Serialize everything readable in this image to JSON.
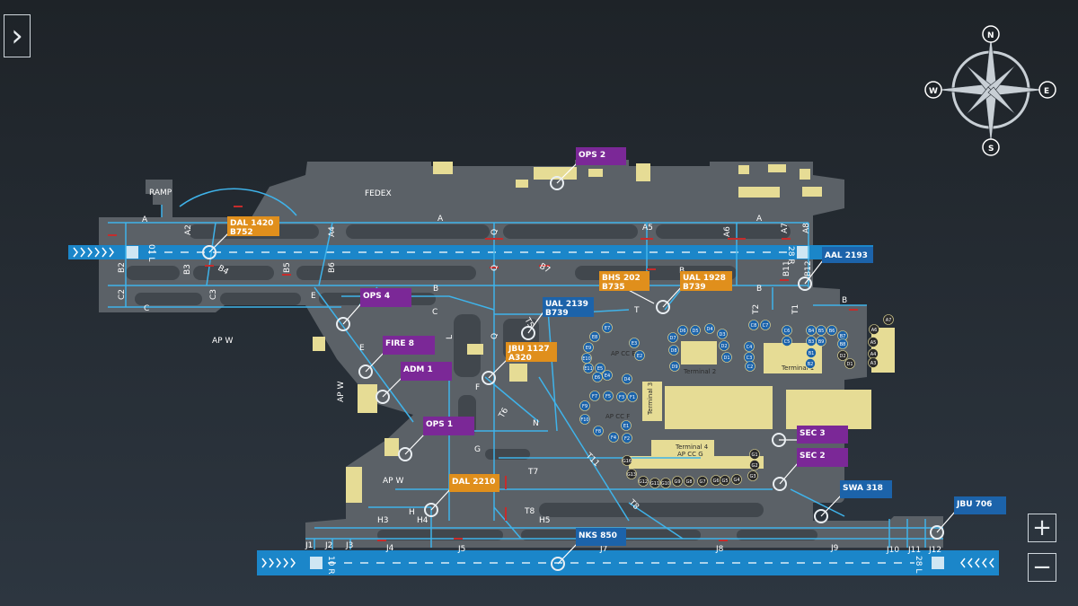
{
  "controls": {
    "menu_glyph": "›",
    "zoom_in_glyph": "+",
    "zoom_out_glyph": "−"
  },
  "compass": {
    "n": "N",
    "e": "E",
    "s": "S",
    "w": "W"
  },
  "colors": {
    "background": "#252c33",
    "ground": "#5a6066",
    "taxiway": "#3fb3ea",
    "runway": "#1b86c9",
    "building": "#e6dc95",
    "hold_bar": "#c52c2c",
    "tag_orange": "#e08f1c",
    "tag_purple": "#7b2897",
    "tag_blue": "#1c63aa"
  },
  "areas": {
    "ramp": "RAMP",
    "fedex": "FEDEX",
    "ap_w_1": "AP W",
    "ap_w_2": "AP W",
    "ap_w_3": "AP W",
    "terminal1": "Terminal 1",
    "terminal2": "Terminal 2",
    "terminal3": "Terminal 3",
    "terminal4": "Terminal 4",
    "apcc_e": "AP CC E",
    "apcc_f": "AP CC F",
    "apcc_g": "AP CC G"
  },
  "runways": {
    "north_left_end": "01 L",
    "north_right_end": "28 R",
    "south_left_end": "10 R",
    "south_right_end": "28 L"
  },
  "taxiways": {
    "a1": "A",
    "a2": "A",
    "a3": "A",
    "a2_conn": "A2",
    "a4": "A4",
    "a5": "A5",
    "a6": "A6",
    "a7": "A7",
    "a8": "A8",
    "q1": "Q",
    "q2": "Q",
    "q3": "Q",
    "b1": "B",
    "b2": "B",
    "b3": "B",
    "b4": "B",
    "b2_conn": "B2",
    "b3_conn": "B3",
    "b4_conn": "B4",
    "b5": "B5",
    "b6": "B6",
    "b7": "B7",
    "b11": "B11",
    "b12": "B12",
    "c1": "C",
    "c2": "C",
    "c2_conn": "C2",
    "c3_conn": "C3",
    "e1": "E",
    "e2": "E",
    "g": "G",
    "f": "F",
    "l": "L",
    "n": "N",
    "t": "T",
    "t1": "T1",
    "t2": "T2",
    "t5": "T5",
    "t6": "T6",
    "t7": "T7",
    "t8": "T8",
    "t8b": "T8",
    "t11": "T11",
    "h": "H",
    "h3": "H3",
    "h4": "H4",
    "h5": "H5",
    "j1": "J1",
    "j2": "J2",
    "j3": "J3",
    "j4": "J4",
    "j5": "J5",
    "j7": "J7",
    "j8": "J8",
    "j9": "J9",
    "j10": "J10",
    "j11": "J11",
    "j12": "J12"
  },
  "gates": {
    "e": [
      "E7",
      "E8",
      "E9",
      "E10",
      "E11",
      "E5",
      "E6",
      "E4",
      "E3",
      "E2",
      "D4"
    ],
    "d": [
      "D7",
      "D6",
      "D5",
      "D4",
      "D3",
      "D2",
      "D1",
      "D8",
      "D9"
    ],
    "c": [
      "C8",
      "C7",
      "C6",
      "C5",
      "C4",
      "C3",
      "C2"
    ],
    "b": [
      "B1",
      "B2",
      "B3",
      "B4",
      "B5",
      "B6",
      "B7",
      "B8",
      "B9"
    ],
    "a": [
      "A7",
      "A6",
      "A5",
      "A4",
      "A3",
      "D2",
      "D1"
    ],
    "f": [
      "F7",
      "F5",
      "F3",
      "F1",
      "F9",
      "F10",
      "F8",
      "F4",
      "F2",
      "E1"
    ],
    "g": [
      "G16",
      "G13",
      "G12",
      "G11",
      "G10",
      "G9",
      "G8",
      "G7",
      "G6",
      "G5",
      "G4",
      "G3",
      "G2",
      "G1"
    ]
  },
  "tags": [
    {
      "id": "OPS 2",
      "line2": "",
      "kind": "purple"
    },
    {
      "id": "DAL 1420",
      "line2": "B752",
      "kind": "orange"
    },
    {
      "id": "AAL 2193",
      "line2": "",
      "kind": "blue"
    },
    {
      "id": "BHS 202",
      "line2": "B735",
      "kind": "orange"
    },
    {
      "id": "UAL 1928",
      "line2": "B739",
      "kind": "orange"
    },
    {
      "id": "OPS 4",
      "line2": "",
      "kind": "purple"
    },
    {
      "id": "UAL 2139",
      "line2": "B739",
      "kind": "blue"
    },
    {
      "id": "JBU 1127",
      "line2": "A320",
      "kind": "orange"
    },
    {
      "id": "FIRE 8",
      "line2": "",
      "kind": "purple"
    },
    {
      "id": "ADM 1",
      "line2": "",
      "kind": "purple"
    },
    {
      "id": "OPS 1",
      "line2": "",
      "kind": "purple"
    },
    {
      "id": "DAL 2210",
      "line2": "",
      "kind": "orange"
    },
    {
      "id": "SEC 3",
      "line2": "",
      "kind": "purple"
    },
    {
      "id": "SEC 2",
      "line2": "",
      "kind": "purple"
    },
    {
      "id": "SWA 318",
      "line2": "",
      "kind": "blue"
    },
    {
      "id": "JBU 706",
      "line2": "",
      "kind": "blue"
    },
    {
      "id": "NKS 850",
      "line2": "",
      "kind": "blue"
    }
  ]
}
